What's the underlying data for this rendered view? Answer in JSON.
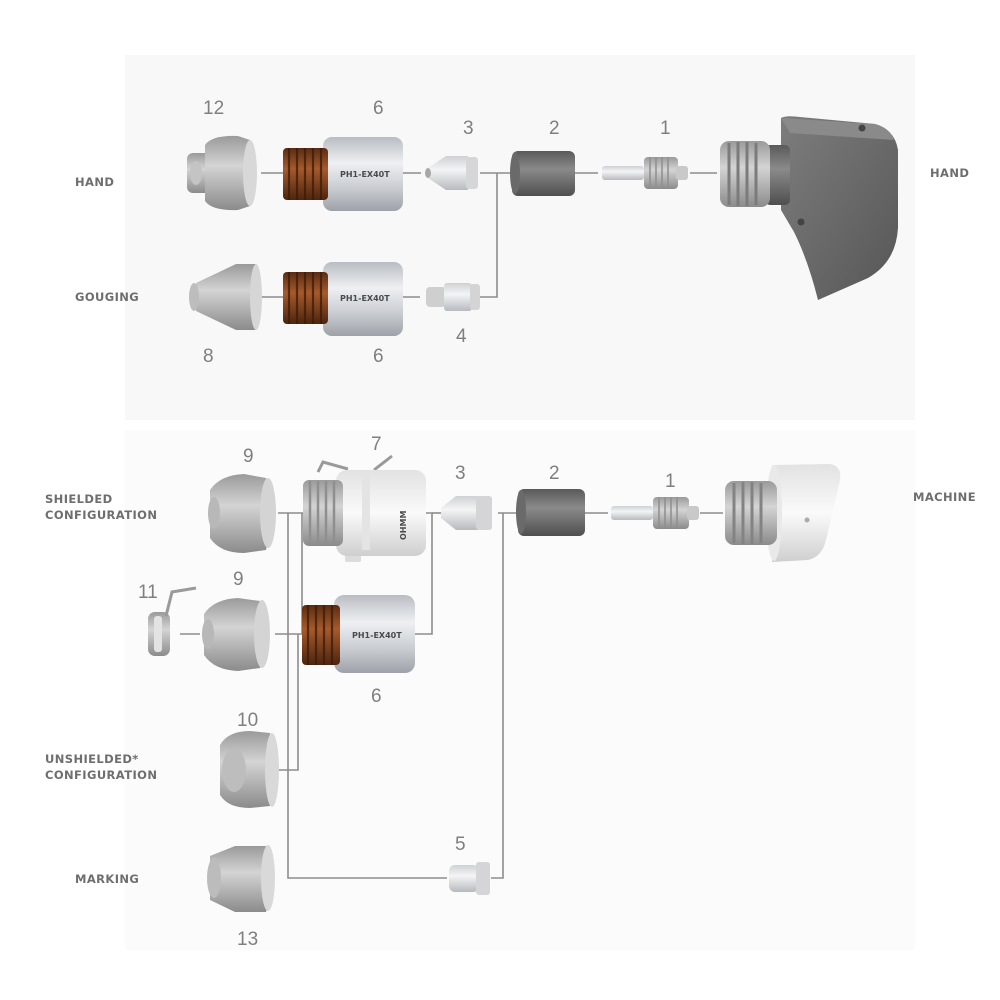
{
  "labels": {
    "hand_top": "HAND",
    "gouging": "GOUGING",
    "hand_right": "HAND",
    "shielded_1": "SHIELDED",
    "shielded_2": "CONFIGURATION",
    "machine": "MACHINE",
    "unshielded_1": "UNSHIELDED*",
    "unshielded_2": "CONFIGURATION",
    "marking": "MARKING"
  },
  "part_numbers": {
    "n12": "12",
    "n6a": "6",
    "n3a": "3",
    "n2a": "2",
    "n1a": "1",
    "n8": "8",
    "n6b": "6",
    "n4": "4",
    "n9a": "9",
    "n7": "7",
    "n3b": "3",
    "n2b": "2",
    "n1b": "1",
    "n11": "11",
    "n9b": "9",
    "n6c": "6",
    "n10": "10",
    "n5": "5",
    "n13": "13"
  },
  "engravings": {
    "cap_a": "PH1-EX40T",
    "cap_b": "PH1-EX40T",
    "cap_c": "PH1-EX40T",
    "retaining_cap": "OHMM"
  },
  "colors": {
    "panel": "#f8f8f8",
    "connector": "#8c8c8c",
    "o_ring": "#8a4a22",
    "silver": "#c9ccd1",
    "dark_part": "#707070",
    "torch_body": "#6b6b6b"
  }
}
